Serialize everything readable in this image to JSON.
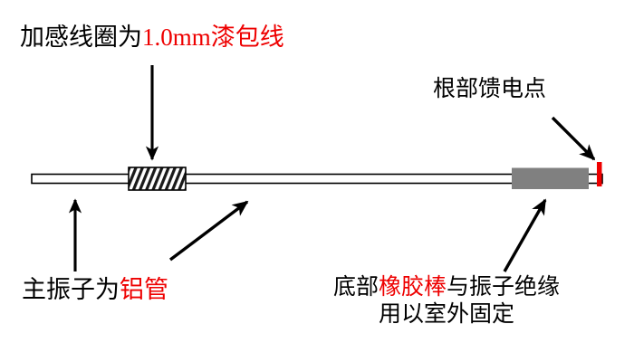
{
  "diagram": {
    "title_text_blocks": {
      "coil_label": {
        "prefix": "加感线圈为",
        "highlight": "1.0mm",
        "suffix": "漆包线",
        "highlight_color": "#ee0000"
      },
      "feed_label": {
        "text": "根部馈电点"
      },
      "radiator_label": {
        "prefix": "主振子为",
        "highlight": "铝管",
        "suffix": "",
        "highlight_color": "#ee0000"
      },
      "rubber_label": {
        "prefix": "底部",
        "highlight": "橡胶棒",
        "suffix": "与振子绝缘",
        "line2": "用以室外固定",
        "highlight_color": "#ee0000"
      }
    },
    "parts": {
      "aluminum_tube": {
        "name": "aluminum-tube",
        "fill": "#ffffff",
        "stroke": "#000000"
      },
      "loading_coil": {
        "name": "loading-coil",
        "stroke": "#000000",
        "turns": 22
      },
      "rubber_rod": {
        "name": "rubber-rod",
        "fill": "#808080"
      },
      "feed_point_marker": {
        "name": "feed-point-marker",
        "fill": "#ee0000"
      }
    },
    "arrows": {
      "coil_arrow": {
        "name": "arrow-to-coil",
        "direction": "down"
      },
      "feed_arrow": {
        "name": "arrow-to-feed-point",
        "direction": "down-right"
      },
      "radiator_arrow_left": {
        "name": "arrow-to-tube-left",
        "direction": "up"
      },
      "radiator_arrow_diagonal": {
        "name": "arrow-to-tube-diagonal",
        "direction": "up-right"
      },
      "rubber_arrow": {
        "name": "arrow-to-rubber-rod",
        "direction": "up-right"
      }
    }
  }
}
